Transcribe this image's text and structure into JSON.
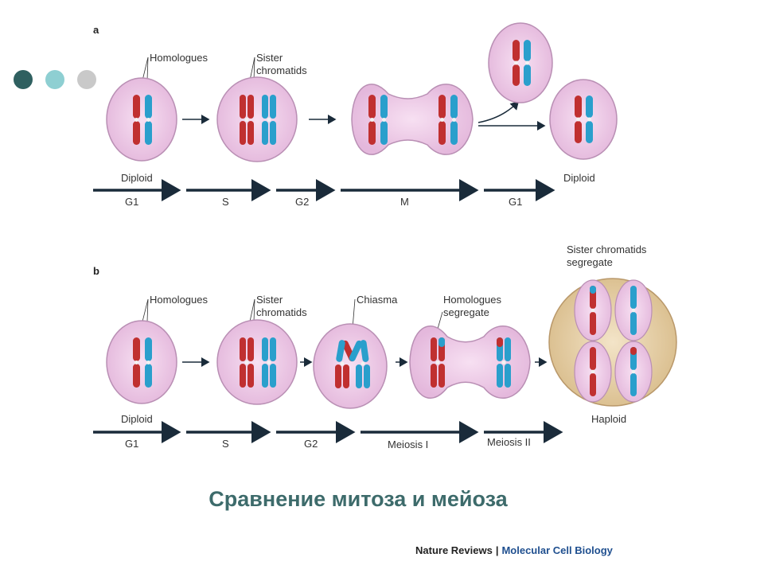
{
  "decor_colors": {
    "dot1": "#2f6060",
    "dot2": "#8ecfd2",
    "dot3": "#c9c9c9"
  },
  "colors": {
    "cell_fill": "#efc8e8",
    "cell_stroke": "#b98fb4",
    "red_chromosome": "#c03030",
    "blue_chromosome": "#2a9fcc",
    "arrow": "#1a2b3a",
    "haploid_outer": "#e2c9a0"
  },
  "panel_a": {
    "letter": "a",
    "labels": {
      "homologues": "Homologues",
      "sister": "Sister",
      "chromatids": "chromatids",
      "diploid_start": "Diploid",
      "diploid_end": "Diploid"
    },
    "phases": [
      "G1",
      "S",
      "G2",
      "M",
      "G1"
    ]
  },
  "panel_b": {
    "letter": "b",
    "labels": {
      "homologues": "Homologues",
      "sister": "Sister",
      "chromatids": "chromatids",
      "chiasma": "Chiasma",
      "homologues_seg": "Homologues",
      "segregate": "segregate",
      "sister_seg": "Sister chromatids",
      "sister_seg2": "segregate",
      "diploid": "Diploid",
      "haploid": "Haploid"
    },
    "phases": [
      "G1",
      "S",
      "G2",
      "Meiosis I",
      "Meiosis II"
    ]
  },
  "title": "Сравнение митоза и мейоза",
  "credit": {
    "journal": "Nature Reviews",
    "separator": "|",
    "series": "Molecular Cell Biology"
  }
}
